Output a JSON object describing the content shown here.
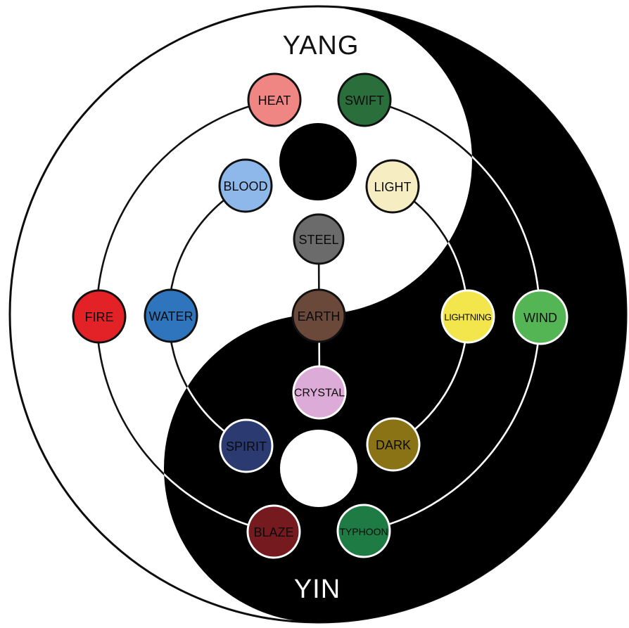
{
  "diagram": {
    "yang_label": "YANG",
    "yin_label": "YIN",
    "colors": {
      "yang_bg": "#ffffff",
      "yin_bg": "#000000",
      "outline": "#0d0d0d",
      "line_yang": "#111111",
      "line_yin": "#ffffff",
      "title_yang_text": "#111111",
      "title_yin_text": "#ffffff",
      "dot_in_yang": "#000000",
      "dot_in_yin": "#ffffff"
    },
    "nodes": [
      {
        "id": "heat",
        "label": "HEAT",
        "color": "#ef8683",
        "ring": "#111111"
      },
      {
        "id": "swift",
        "label": "SWIFT",
        "color": "#2a6e3c",
        "ring": "#111111"
      },
      {
        "id": "blood",
        "label": "BLOOD",
        "color": "#8db8e9",
        "ring": "#111111"
      },
      {
        "id": "light",
        "label": "LIGHT",
        "color": "#f6eec2",
        "ring": "#111111"
      },
      {
        "id": "steel",
        "label": "STEEL",
        "color": "#6b6b6b",
        "ring": "#111111"
      },
      {
        "id": "fire",
        "label": "FIRE",
        "color": "#e32227",
        "ring": "#111111"
      },
      {
        "id": "water",
        "label": "WATER",
        "color": "#2e75bd",
        "ring": "#111111"
      },
      {
        "id": "earth",
        "label": "EARTH",
        "color": "#6a493b",
        "ring": "#111111"
      },
      {
        "id": "lightning",
        "label": "LIGHTNING",
        "color": "#f3e64c",
        "ring": "#ffffff"
      },
      {
        "id": "wind",
        "label": "WIND",
        "color": "#54b554",
        "ring": "#ffffff"
      },
      {
        "id": "crystal",
        "label": "CRYSTAL",
        "color": "#dcabd7",
        "ring": "#ffffff"
      },
      {
        "id": "spirit",
        "label": "SPIRIT",
        "color": "#2b3b72",
        "ring": "#ffffff"
      },
      {
        "id": "dark",
        "label": "DARK",
        "color": "#8a7315",
        "ring": "#ffffff"
      },
      {
        "id": "blaze",
        "label": "BLAZE",
        "color": "#751a1e",
        "ring": "#ffffff"
      },
      {
        "id": "typhoon",
        "label": "TYPHOON",
        "color": "#1e7b44",
        "ring": "#ffffff"
      }
    ]
  }
}
